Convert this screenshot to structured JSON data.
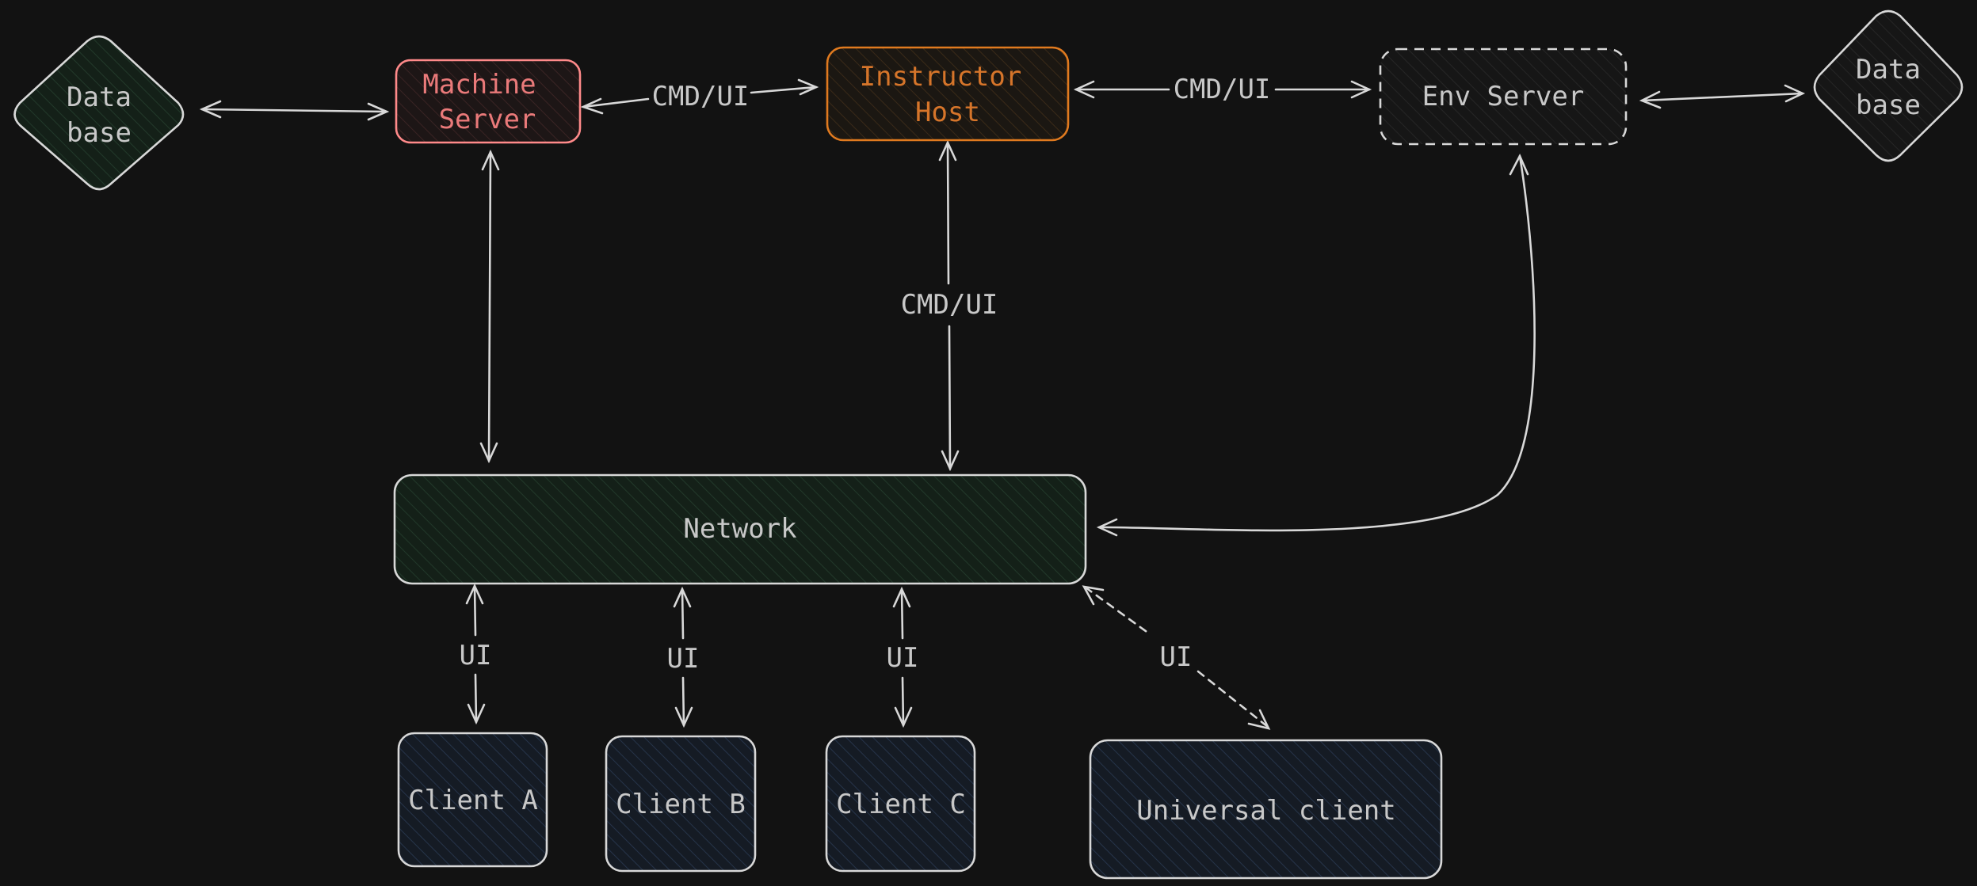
{
  "colors": {
    "background": "#121212",
    "edge": "#d8d8d8",
    "neutral_text": "#c8c8c8",
    "machine_stroke": "#ff8a8a",
    "machine_text": "#ea7a7a",
    "instructor_stroke": "#e07a1f",
    "instructor_text": "#d6752a",
    "network_fill": "#1b2a1f",
    "client_fill": "#1b2430",
    "database_fill": "#1b2a1f"
  },
  "nodes": {
    "database_left": {
      "line1": "Data",
      "line2": "base"
    },
    "machine_server": {
      "line1": "Machine",
      "line2": "Server"
    },
    "instructor_host": {
      "line1": "Instructor",
      "line2": "Host"
    },
    "env_server": {
      "label": "Env Server"
    },
    "database_right": {
      "line1": "Data",
      "line2": "base"
    },
    "network": {
      "label": "Network"
    },
    "client_a": {
      "label": "Client A"
    },
    "client_b": {
      "label": "Client B"
    },
    "client_c": {
      "label": "Client C"
    },
    "universal_client": {
      "label": "Universal client"
    }
  },
  "edges": {
    "machine_instructor": "CMD/UI",
    "instructor_env": "CMD/UI",
    "instructor_network": "CMD/UI",
    "network_client_a": "UI",
    "network_client_b": "UI",
    "network_client_c": "UI",
    "network_universal": "UI"
  }
}
